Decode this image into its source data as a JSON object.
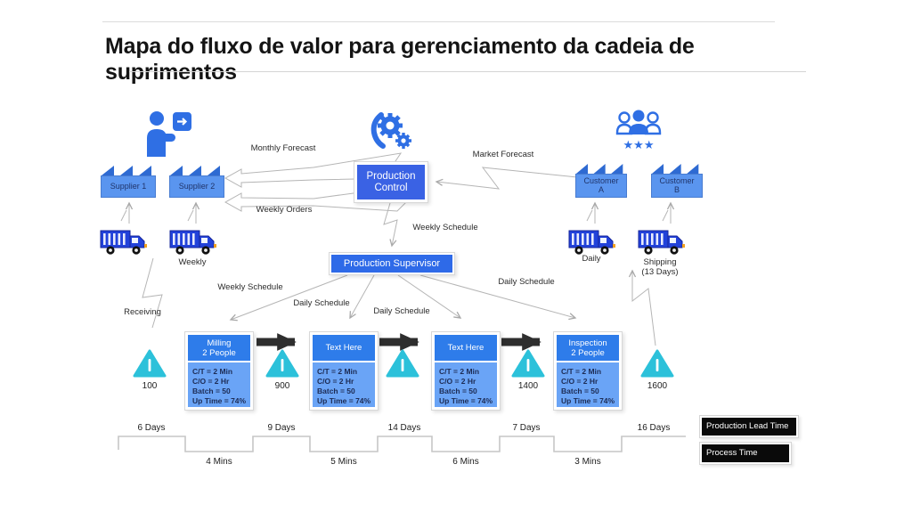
{
  "title": "Mapa do fluxo de valor para gerenciamento da cadeia de suprimentos",
  "entities": {
    "suppliers": [
      "Supplier 1",
      "Supplier 2"
    ],
    "customers": [
      [
        "Customer",
        "A"
      ],
      [
        "Customer",
        "B"
      ]
    ],
    "production_control": [
      "Production",
      "Control"
    ],
    "production_supervisor": "Production Supervisor"
  },
  "labels": {
    "monthly_forecast": "Monthly Forecast",
    "weekly_orders": "Weekly Orders",
    "market_forecast": "Market Forecast",
    "weekly_schedule_center": "Weekly Schedule",
    "weekly_schedule_left": "Weekly Schedule",
    "daily_schedule_1": "Daily Schedule",
    "daily_schedule_2": "Daily Schedule",
    "daily_schedule_3": "Daily Schedule",
    "receiving": "Receiving",
    "weekly": "Weekly",
    "daily": "Daily",
    "shipping": "Shipping",
    "shipping_days": "(13 Days)"
  },
  "processes": [
    {
      "title": [
        "Milling",
        "2 People"
      ],
      "stats": [
        "C/T = 2 Min",
        "C/O = 2 Hr",
        "Batch = 50",
        "Up Time = 74%"
      ]
    },
    {
      "title": [
        "Text Here"
      ],
      "stats": [
        "C/T = 2 Min",
        "C/O = 2 Hr",
        "Batch = 50",
        "Up Time = 74%"
      ]
    },
    {
      "title": [
        "Text Here"
      ],
      "stats": [
        "C/T = 2 Min",
        "C/O = 2 Hr",
        "Batch = 50",
        "Up Time = 74%"
      ]
    },
    {
      "title": [
        "Inspection",
        "2 People"
      ],
      "stats": [
        "C/T = 2 Min",
        "C/O = 2 Hr",
        "Batch = 50",
        "Up Time = 74%"
      ]
    }
  ],
  "inventory": [
    "100",
    "900",
    "",
    "1400",
    "1600"
  ],
  "timeline": {
    "lead_times": [
      "6 Days",
      "9 Days",
      "14 Days",
      "7 Days",
      "16 Days"
    ],
    "process_times": [
      "4 Mins",
      "5 Mins",
      "6 Mins",
      "3 Mins"
    ]
  },
  "legend": [
    "Production Lead Time",
    "Process Time"
  ],
  "icons": {
    "stars": "★★★"
  },
  "colors": {
    "accent_blue": "#2f6fe4",
    "control_box_blue": "#3a62e4",
    "supervisor_blue": "#2e6ae8",
    "process_header_blue": "#2e7cea",
    "process_body_blue": "#6aa4f6",
    "factory_roof_blue": "#2e6ad2",
    "factory_body_blue": "#5a95ef",
    "truck_blue": "#2242da",
    "inventory_teal": "#2cc1da",
    "flow_arrow_black": "#2e2e2e",
    "connector_gray": "#b5b5b5",
    "legend_black": "#0a0a0a"
  }
}
